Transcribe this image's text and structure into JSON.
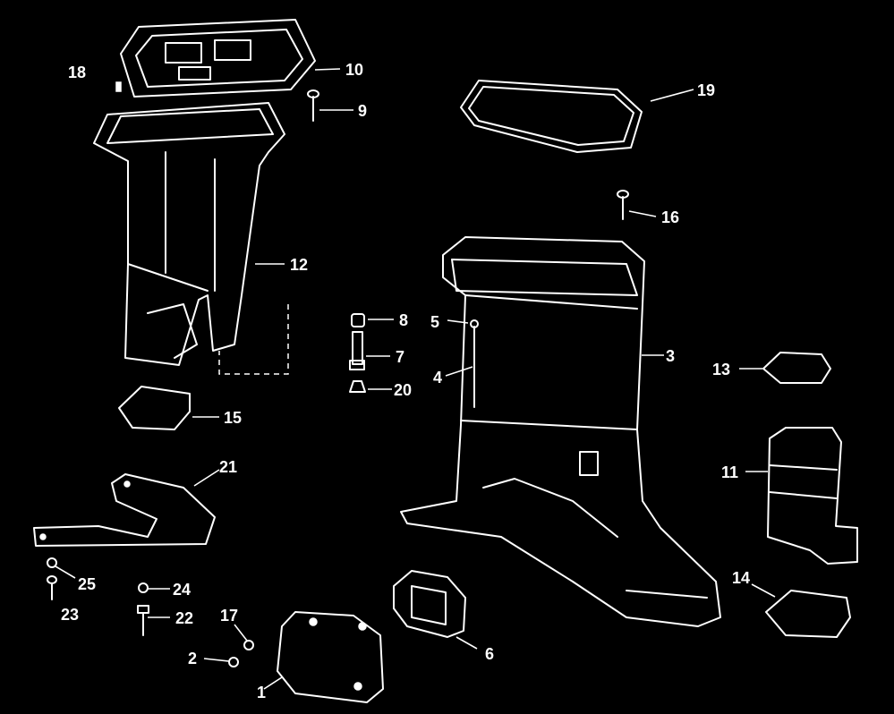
{
  "diagram": {
    "background": "#000000",
    "ink": "#ffffff",
    "callouts": [
      "1",
      "2",
      "3",
      "4",
      "5",
      "6",
      "7",
      "8",
      "9",
      "10",
      "11",
      "12",
      "13",
      "14",
      "15",
      "16",
      "17",
      "18",
      "19",
      "20",
      "21",
      "22",
      "23",
      "24",
      "25"
    ]
  }
}
